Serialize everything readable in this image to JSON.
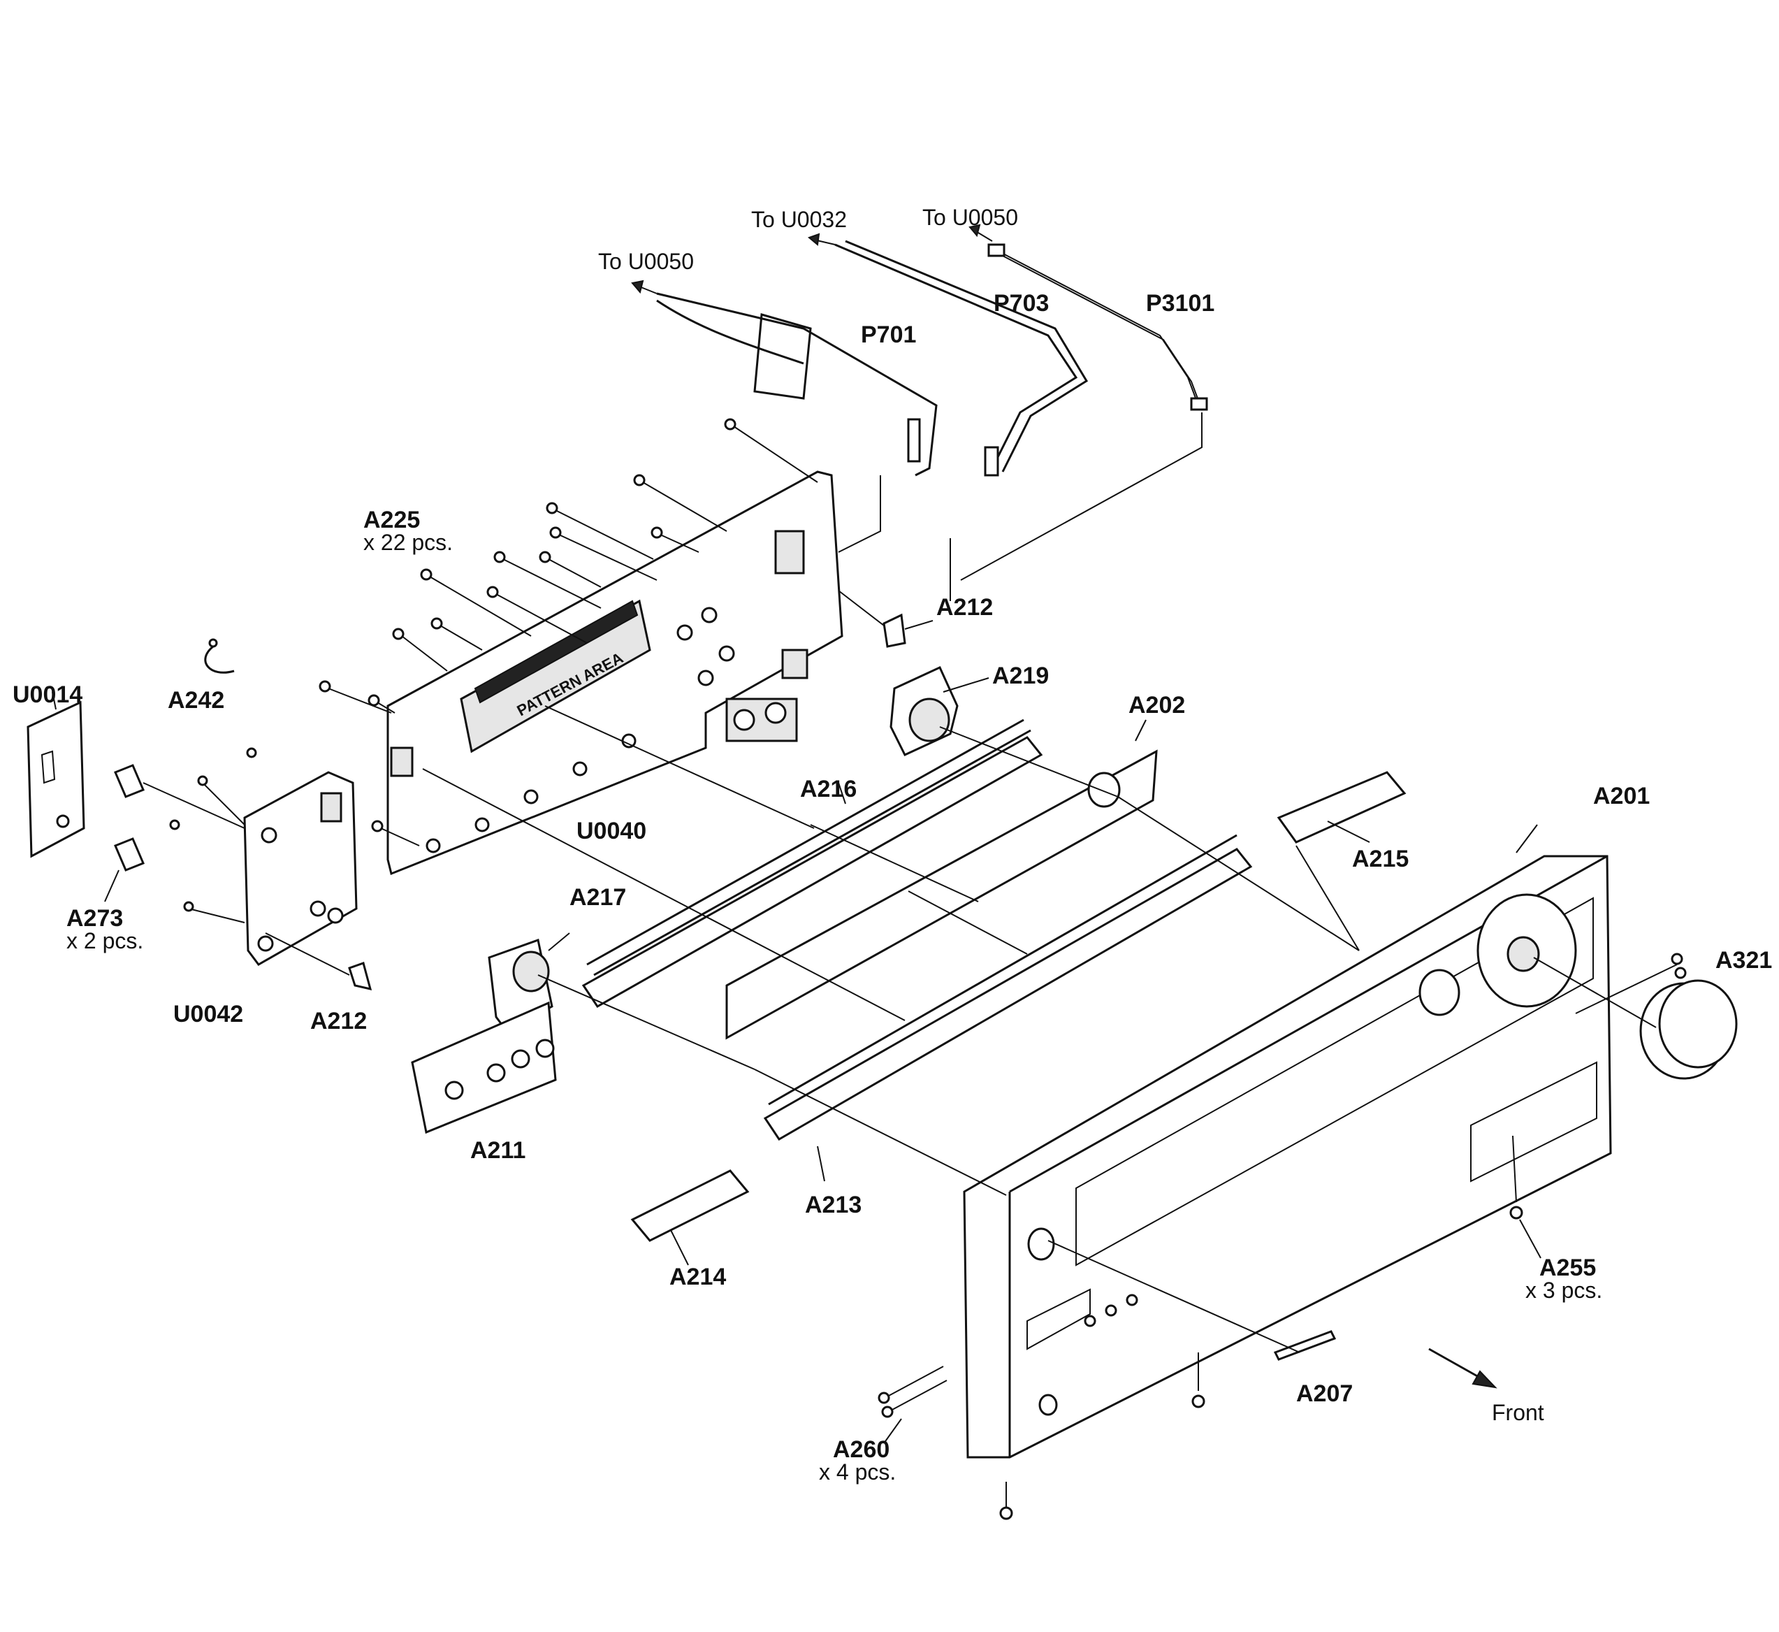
{
  "labels": {
    "to_u0032": "To U0032",
    "to_u0050_right": "To U0050",
    "to_u0050_left": "To U0050",
    "p701": "P701",
    "p703": "P703",
    "p3101": "P3101",
    "a225": "A225",
    "a225_qty": "x 22 pcs.",
    "a212_upper": "A212",
    "a219": "A219",
    "a202": "A202",
    "u0014": "U0014",
    "a242": "A242",
    "a216": "A216",
    "a201": "A201",
    "u0040": "U0040",
    "a215": "A215",
    "a217": "A217",
    "a273": "A273",
    "a273_qty": "x 2 pcs.",
    "a321": "A321",
    "u0042": "U0042",
    "a212_lower": "A212",
    "a211": "A211",
    "a213": "A213",
    "a214": "A214",
    "a255": "A255",
    "a255_qty": "x 3 pcs.",
    "a207": "A207",
    "front": "Front",
    "a260": "A260",
    "a260_qty": "x 4 pcs.",
    "display_text": "PATTERN AREA"
  }
}
